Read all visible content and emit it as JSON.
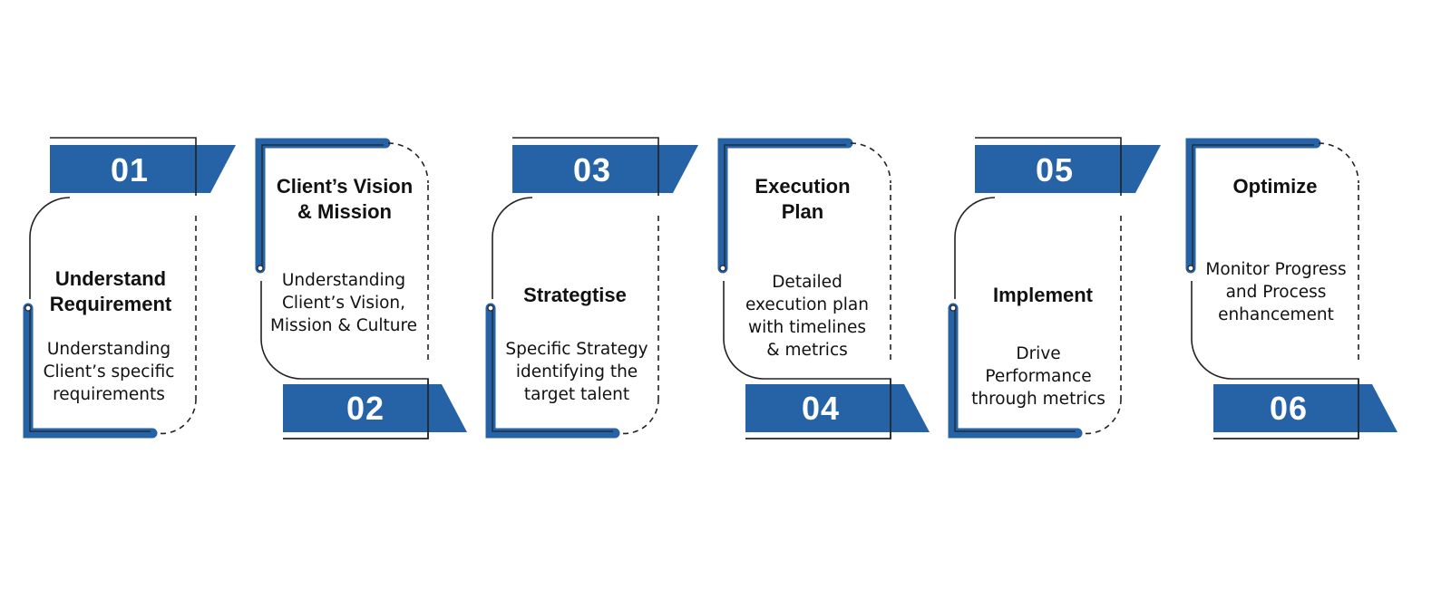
{
  "colors": {
    "accent": "#2563a6",
    "outline": "#222222"
  },
  "steps": [
    {
      "number": "01",
      "title": "Understand\nRequirement",
      "description": "Understanding\nClient’s specific\nrequirements"
    },
    {
      "number": "02",
      "title": "Client’s Vision\n& Mission",
      "description": "Understanding\nClient’s Vision,\nMission & Culture"
    },
    {
      "number": "03",
      "title": "Strategtise",
      "description": "Specific Strategy\nidentifying the\ntarget talent"
    },
    {
      "number": "04",
      "title": "Execution\nPlan",
      "description": "Detailed\nexecution plan\nwith timelines\n& metrics"
    },
    {
      "number": "05",
      "title": "Implement",
      "description": "Drive\nPerformance\nthrough metrics"
    },
    {
      "number": "06",
      "title": "Optimize",
      "description": "Monitor Progress\nand Process\nenhancement"
    }
  ]
}
